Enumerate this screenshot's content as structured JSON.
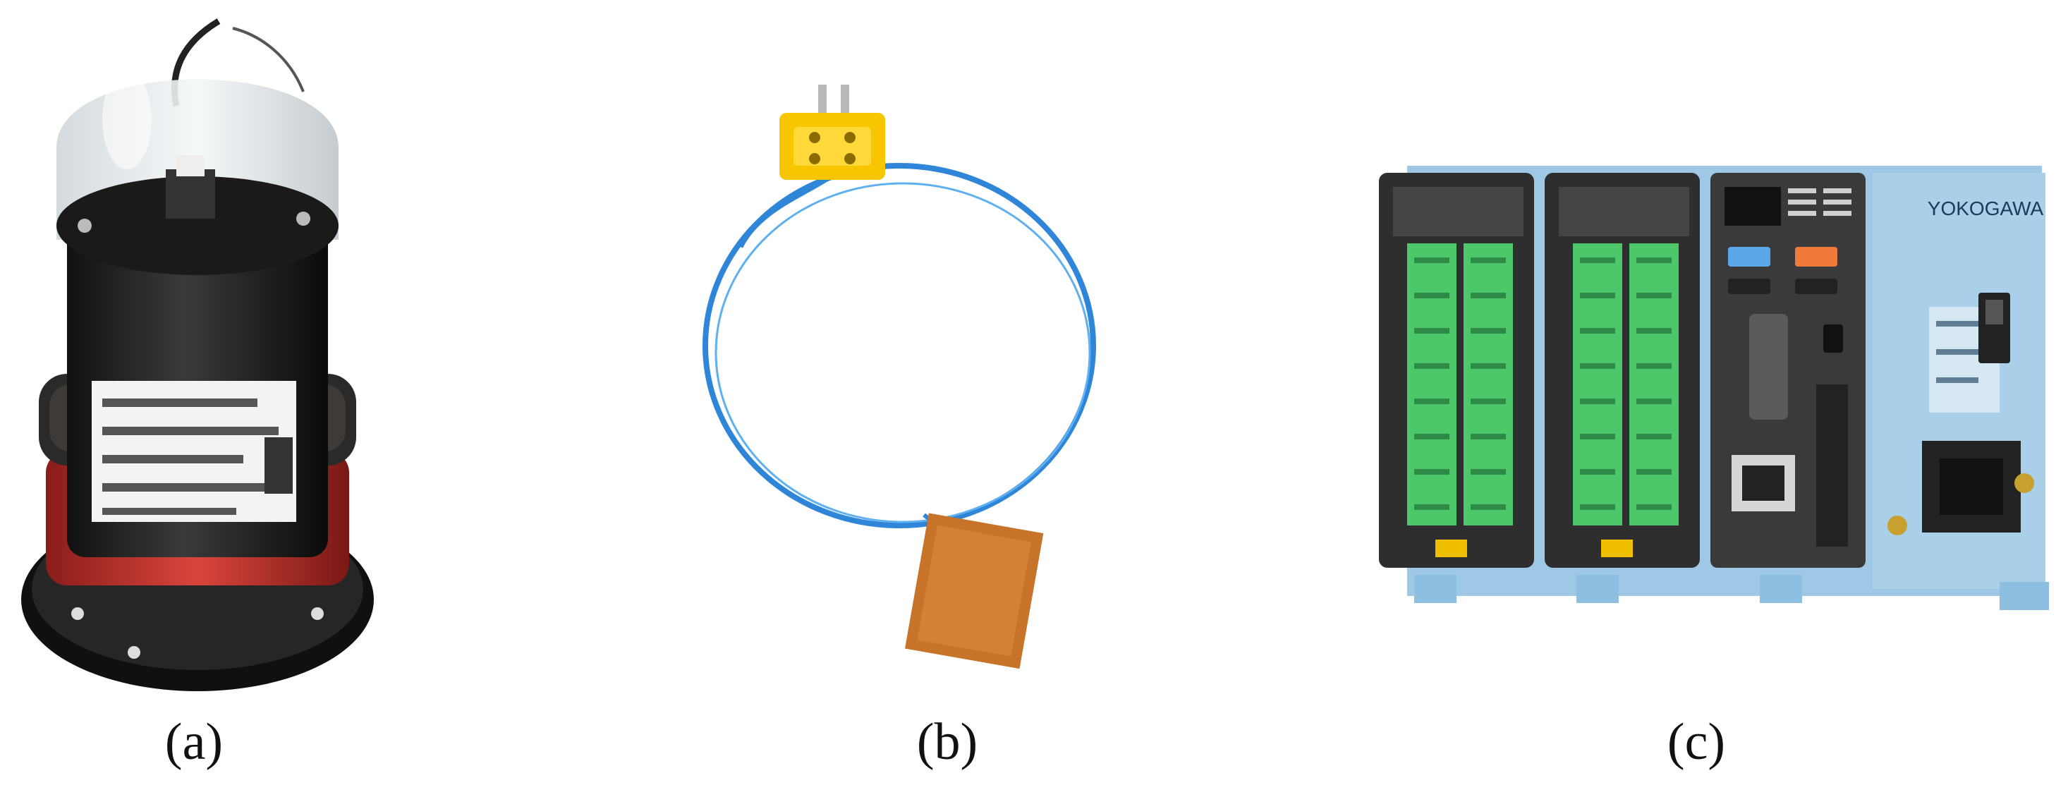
{
  "panels": [
    {
      "id": "a",
      "caption": "(a)",
      "subject": "sensor"
    },
    {
      "id": "b",
      "caption": "(b)",
      "subject": "thermocouple"
    },
    {
      "id": "c",
      "caption": "(c)",
      "subject": "data-logger"
    }
  ],
  "device_c": {
    "brand": "YOKOGAWA"
  },
  "colors": {
    "terminal_green": "#4cc86a",
    "logger_blue": "#a9cfe9",
    "thermo_yellow": "#f7c600",
    "wire_blue": "#2f86d8",
    "kapton": "#c8732a"
  }
}
